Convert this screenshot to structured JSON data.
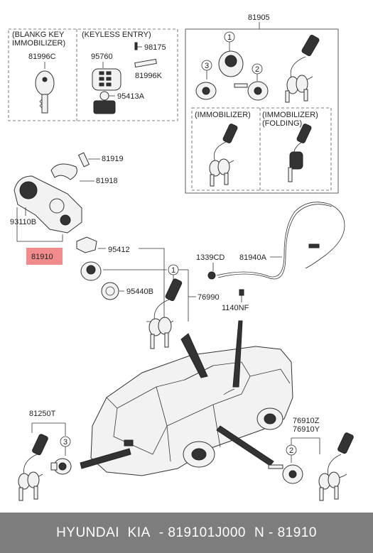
{
  "labels": {
    "keyless_box_title_left": "(BLANKG KEY",
    "keyless_box_title_left2": "IMMOBILIZER)",
    "keyless_box_title_right": "(KEYLESS ENTRY)",
    "p81996C": "81996C",
    "p95760": "95760",
    "p98175": "98175",
    "p81996K": "81996K",
    "p95413A": "95413A",
    "p81905": "81905",
    "imm_left": "(IMMOBILIZER)",
    "imm_right": "(IMMOBILIZER)",
    "imm_right2": "(FOLDING)",
    "p81919": "81919",
    "p81918": "81918",
    "p93110B": "93110B",
    "p81910": "81910",
    "p95412": "95412",
    "p95440B": "95440B",
    "p76990": "76990",
    "p1339CD": "1339CD",
    "p81940A": "81940A",
    "p1140NF": "1140NF",
    "p81250T": "81250T",
    "p76910Z": "76910Z",
    "p76910Y": "76910Y",
    "c1": "1",
    "c2": "2",
    "c3": "3"
  },
  "colors": {
    "highlight": "#f28b8b",
    "footer_bg": "#7d7d7d"
  },
  "footer": {
    "brand": "HYUNDAI  KIA",
    "part_number": "- 819101J000",
    "ref": "N - 81910"
  }
}
